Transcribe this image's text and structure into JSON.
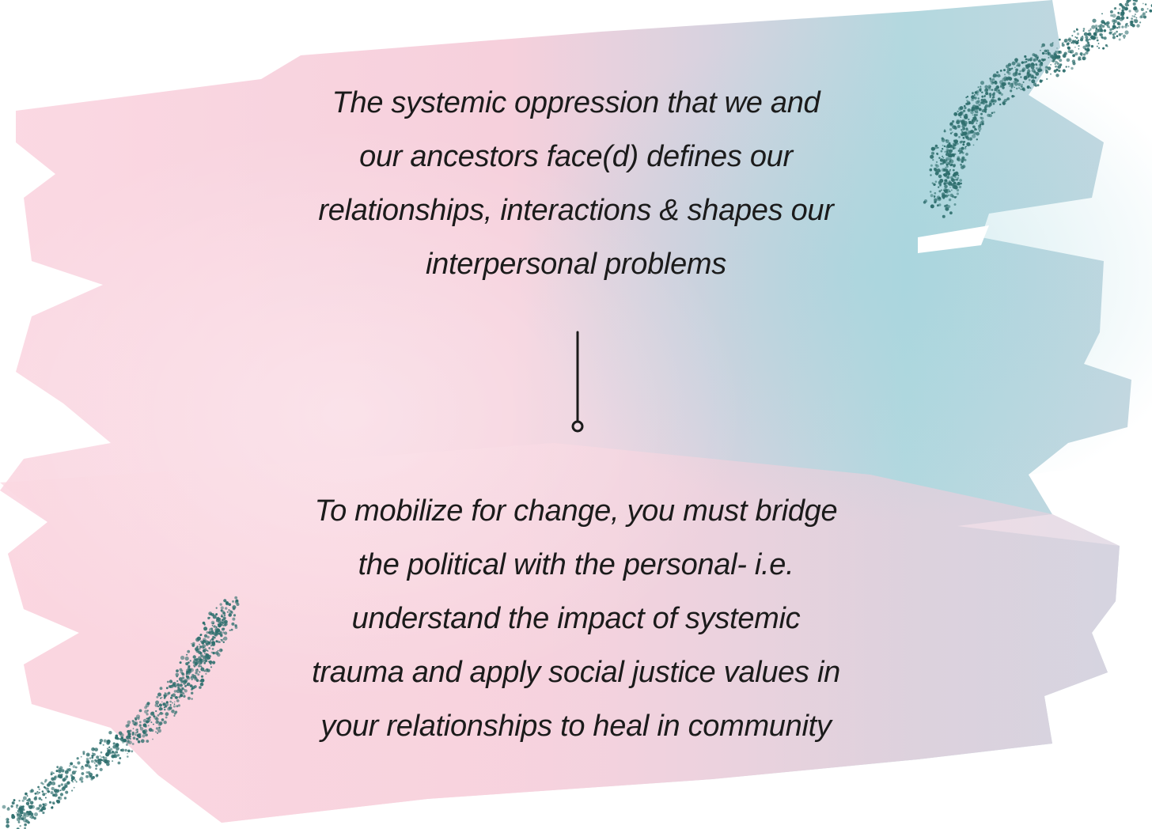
{
  "statement_top": {
    "lines": [
      "The systemic oppression that we and",
      "our ancestors face(d) defines our",
      "relationships, interactions & shapes our",
      "interpersonal problems"
    ]
  },
  "statement_bottom": {
    "lines": [
      "To mobilize for change, you must bridge",
      "the political with the personal- i.e.",
      "understand the impact of systemic",
      "trauma and apply social justice values in",
      "your relationships to heal in community"
    ]
  },
  "colors": {
    "pink": "#f8cfdc",
    "teal": "#a9d6de",
    "glitter": "#2f6f6e",
    "text": "#1b1b1b"
  }
}
